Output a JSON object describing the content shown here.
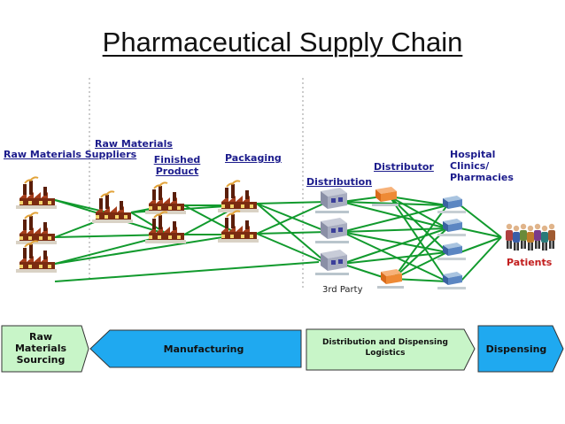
{
  "title": "Pharmaceutical Supply Chain",
  "labels": {
    "raw_materials_suppliers": "Raw Materials Suppliers",
    "raw_materials": "Raw Materials",
    "finished_product": "Finished Product",
    "packaging": "Packaging",
    "distribution": "Distribution",
    "distributor": "Distributor",
    "hospital_clinics_pharmacies": "Hospital Clinics/ Pharmacies",
    "patients": "Patients",
    "third_party": "3rd Party"
  },
  "stages": [
    {
      "label": "Raw Materials Sourcing",
      "color": "#c8f5c8"
    },
    {
      "label": "Manufacturing",
      "color": "#1fa9f0"
    },
    {
      "label": "Distribution and Dispensing Logistics",
      "color": "#c8f5c8"
    },
    {
      "label": "Dispensing",
      "color": "#1fa9f0"
    }
  ],
  "colors": {
    "link": "#119a2d",
    "title": "#111111",
    "label": "#1c1c8c",
    "patients_label": "#c21e1e"
  },
  "icons": {
    "factory": "factory-icon",
    "distribution_center": "distribution-center-icon",
    "distributor": "distributor-icon",
    "pharmacy": "pharmacy-icon",
    "patients": "patients-group-icon"
  }
}
